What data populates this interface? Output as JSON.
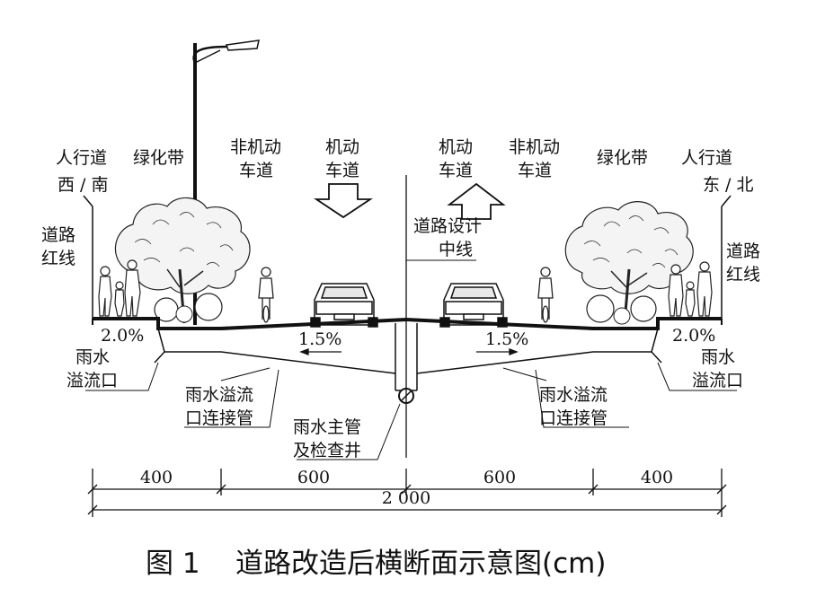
{
  "labels": {
    "sidewalk_left": "人行道",
    "direction_left": "西 / 南",
    "green_belt_left": "绿化带",
    "nonmotor_left_1": "非机动",
    "nonmotor_left_2": "车道",
    "motor_left_1": "机动",
    "motor_left_2": "车道",
    "motor_right_1": "机动",
    "motor_right_2": "车道",
    "nonmotor_right_1": "非机动",
    "nonmotor_right_2": "车道",
    "green_belt_right": "绿化带",
    "sidewalk_right": "人行道",
    "direction_right": "东 / 北",
    "red_line_left_1": "道路",
    "red_line_left_2": "红线",
    "red_line_right_1": "道路",
    "red_line_right_2": "红线",
    "centerline_1": "道路设计",
    "centerline_2": "中线"
  },
  "slopes": {
    "sidewalk_left": "2.0%",
    "carriageway_left": "1.5%",
    "carriageway_right": "1.5%",
    "sidewalk_right": "2.0%"
  },
  "drainage": {
    "overflow_left_1": "雨水",
    "overflow_left_2": "溢流口",
    "overflow_right_1": "雨水",
    "overflow_right_2": "溢流口",
    "pipe_left_1": "雨水溢流",
    "pipe_left_2": "口连接管",
    "pipe_right_1": "雨水溢流",
    "pipe_right_2": "口连接管",
    "main_1": "雨水主管",
    "main_2": "及检查井"
  },
  "dimensions": {
    "segments": [
      "400",
      "600",
      "600",
      "400"
    ],
    "total": "2 000"
  },
  "caption": {
    "figure": "图 1",
    "title": "道路改造后横断面示意图(cm)"
  }
}
